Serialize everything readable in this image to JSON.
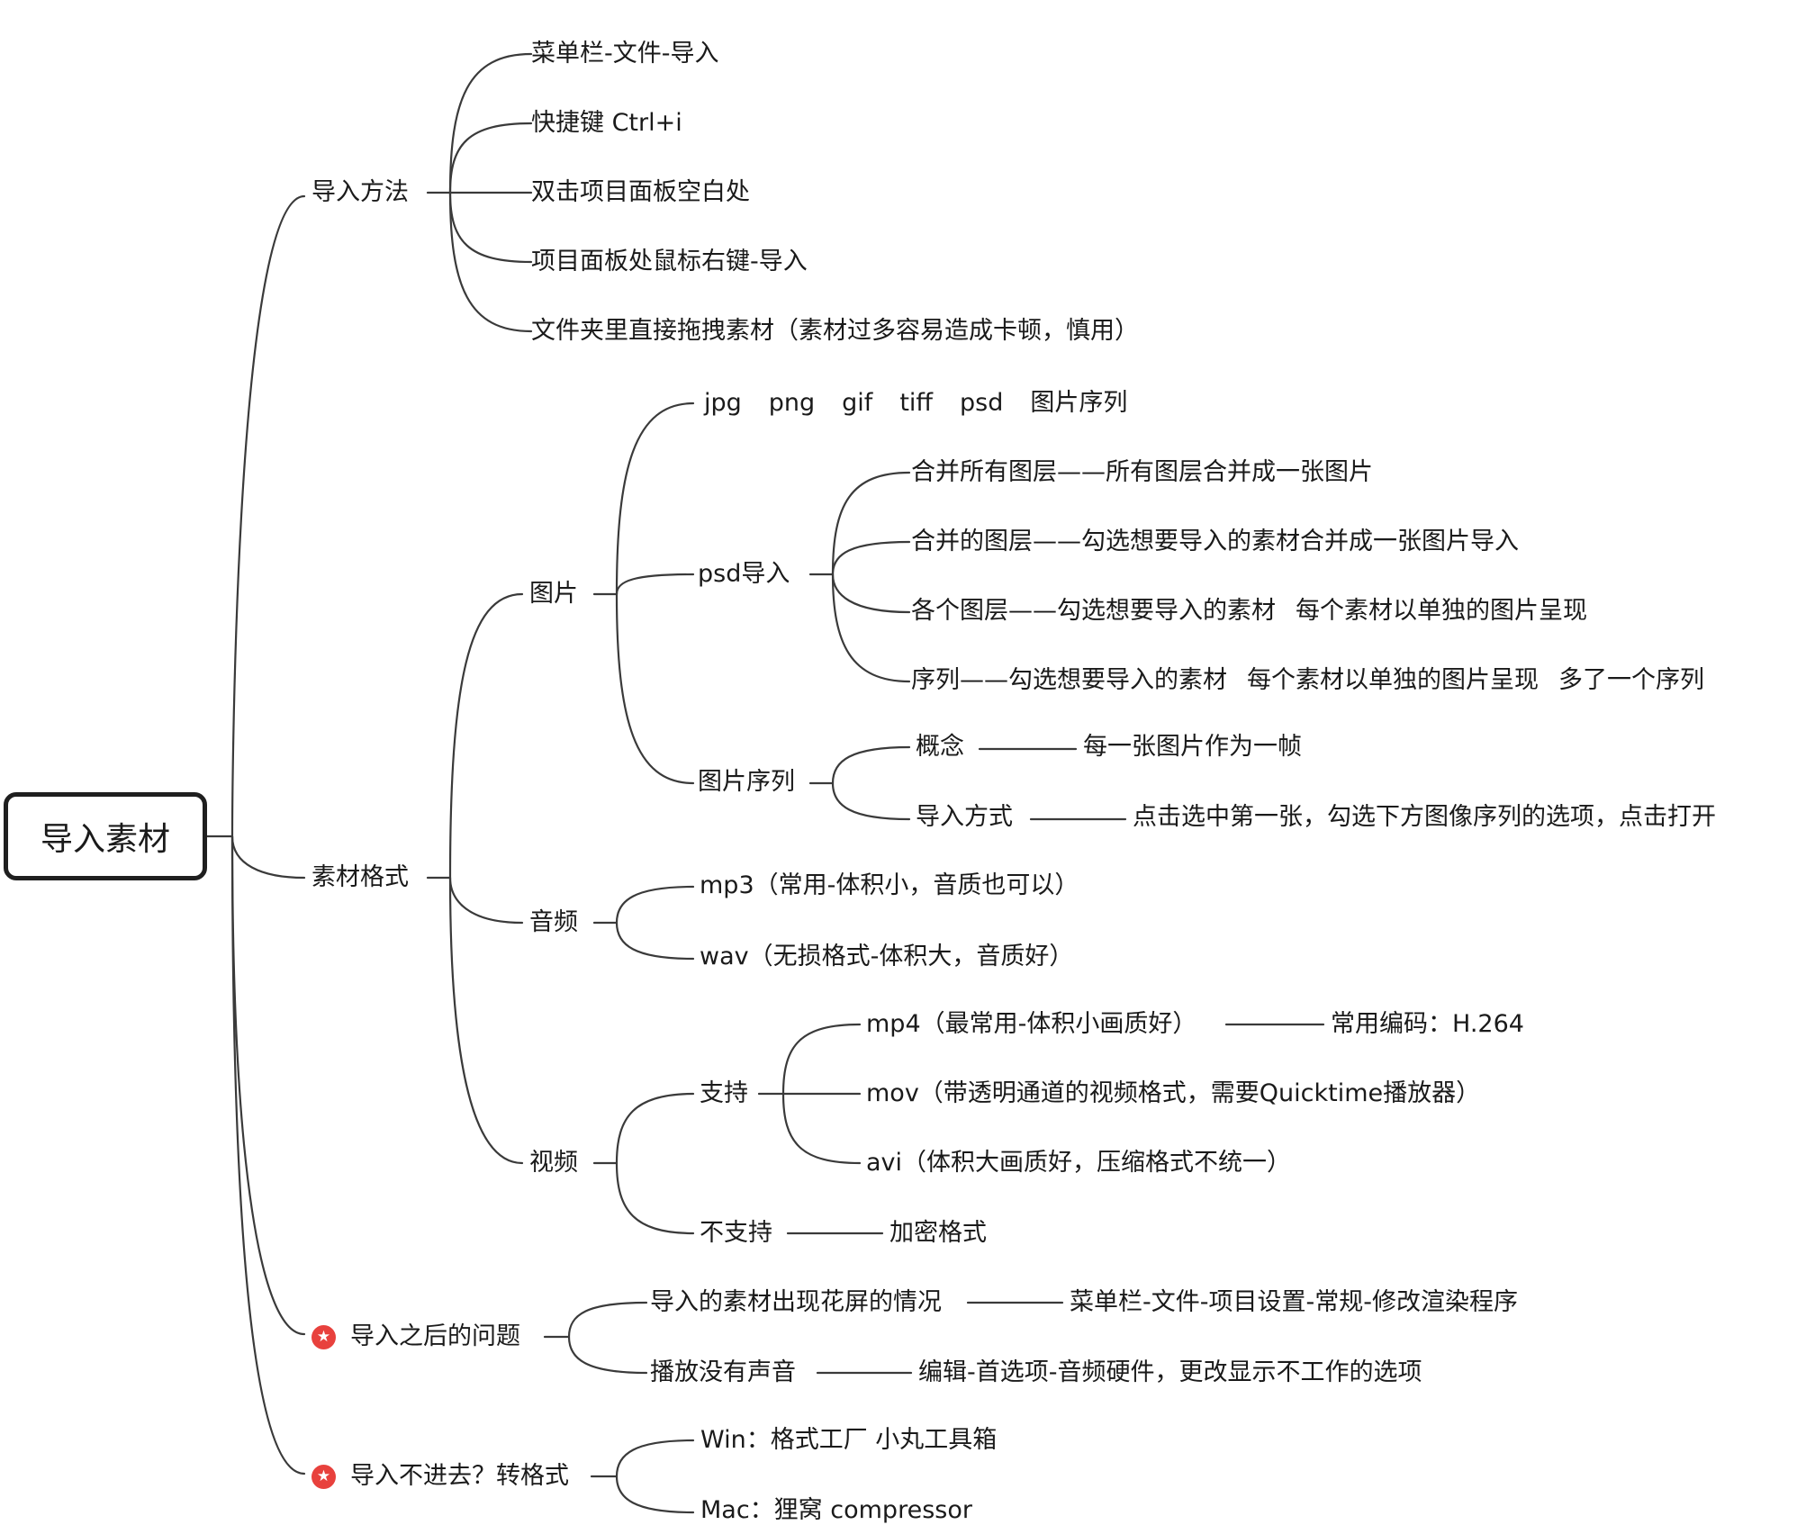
{
  "colors": {
    "line": "#3a3a3a",
    "root_border": "#1f1f1f",
    "star": "#e8413d"
  },
  "icons": {
    "priority": "star-badge-icon"
  },
  "root": {
    "label": "导入素材"
  },
  "methods": {
    "label": "导入方法",
    "items": [
      "菜单栏-文件-导入",
      "快捷键 Ctrl+i",
      "双击项目面板空白处",
      "项目面板处鼠标右键-导入",
      "文件夹里直接拖拽素材（素材过多容易造成卡顿，慎用）"
    ]
  },
  "formats": {
    "label": "素材格式",
    "image": {
      "label": "图片",
      "types": [
        "jpg",
        "png",
        "gif",
        "tiff",
        "psd",
        "图片序列"
      ],
      "psd": {
        "label": "psd导入",
        "items": [
          "合并所有图层——所有图层合并成一张图片",
          "合并的图层——勾选想要导入的素材合并成一张图片导入",
          "各个图层——勾选想要导入的素材",
          "每个素材以单独的图片呈现",
          "序列——勾选想要导入的素材",
          "每个素材以单独的图片呈现",
          "多了一个序列"
        ]
      },
      "sequence": {
        "label": "图片序列",
        "concept": {
          "label": "概念",
          "value": "每一张图片作为一帧"
        },
        "method": {
          "label": "导入方式",
          "value": "点击选中第一张，勾选下方图像序列的选项，点击打开"
        }
      }
    },
    "audio": {
      "label": "音频",
      "items": [
        "mp3（常用-体积小，音质也可以）",
        "wav（无损格式-体积大，音质好）"
      ]
    },
    "video": {
      "label": "视频",
      "supported": {
        "label": "支持",
        "mp4": {
          "label": "mp4（最常用-体积小画质好）",
          "value": "常用编码：H.264"
        },
        "mov": "mov（带透明通道的视频格式，需要Quicktime播放器）",
        "avi": "avi（体积大画质好，压缩格式不统一）"
      },
      "unsupported": {
        "label": "不支持",
        "value": "加密格式"
      }
    }
  },
  "problems": {
    "label": "导入之后的问题",
    "glitch": {
      "label": "导入的素材出现花屏的情况",
      "value": "菜单栏-文件-项目设置-常规-修改渲染程序"
    },
    "nosound": {
      "label": "播放没有声音",
      "value": "编辑-首选项-音频硬件，更改显示不工作的选项"
    }
  },
  "convert": {
    "label": "导入不进去？转格式",
    "win": "Win：格式工厂 小丸工具箱",
    "mac": "Mac：狸窝 compressor"
  }
}
